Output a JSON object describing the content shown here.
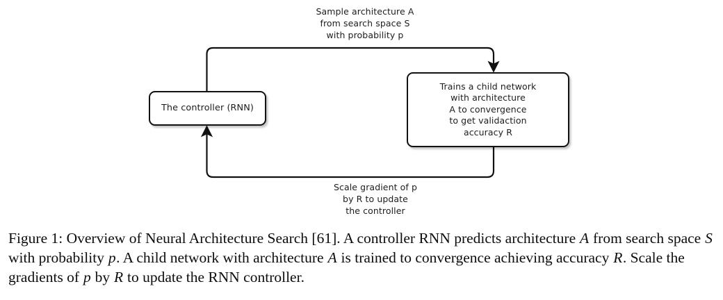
{
  "figure": {
    "nodes": {
      "controller": {
        "name": "controller-node",
        "label": "The controller (RNN)"
      },
      "child_network": {
        "name": "child-network-node",
        "label": "Trains a child network\nwith architecture\nA to convergence\nto get validaction\naccuracy R"
      }
    },
    "edges": {
      "forward": {
        "name": "sample-architecture-edge",
        "label": "Sample architecture A\nfrom search space S\nwith probability p",
        "direction": "controller-to-child"
      },
      "feedback": {
        "name": "scale-gradient-edge",
        "label": "Scale gradient of p\nby R to update\nthe controller",
        "direction": "child-to-controller"
      }
    },
    "colors": {
      "stroke": "#111111",
      "box_fill": "#ffffff",
      "text": "#1d1d1d",
      "background": "#ffffff"
    }
  },
  "caption": {
    "figure_number": "Figure 1:",
    "parts": [
      {
        "type": "text",
        "value": " Overview of Neural Architecture Search [61]. A controller RNN predicts architecture "
      },
      {
        "type": "math",
        "value": "A"
      },
      {
        "type": "text",
        "value": " from search space "
      },
      {
        "type": "math",
        "value": "S"
      },
      {
        "type": "text",
        "value": " with probability "
      },
      {
        "type": "math",
        "value": "p"
      },
      {
        "type": "text",
        "value": ". A child network with architecture "
      },
      {
        "type": "math",
        "value": "A"
      },
      {
        "type": "text",
        "value": " is trained to convergence achieving accuracy "
      },
      {
        "type": "math",
        "value": "R"
      },
      {
        "type": "text",
        "value": ". Scale the gradients of "
      },
      {
        "type": "math",
        "value": "p"
      },
      {
        "type": "text",
        "value": " by "
      },
      {
        "type": "math",
        "value": "R"
      },
      {
        "type": "text",
        "value": " to update the RNN controller."
      }
    ],
    "citation": "[61]"
  }
}
